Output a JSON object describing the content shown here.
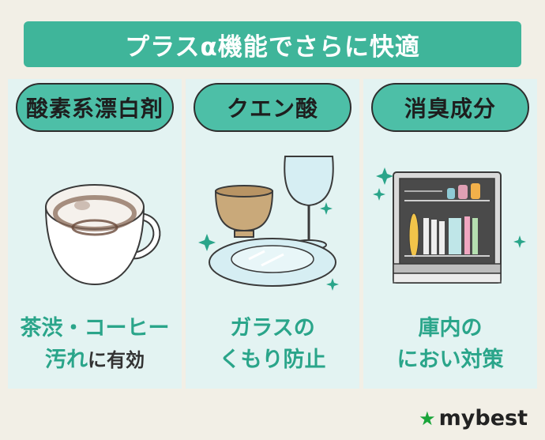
{
  "header": {
    "title": "プラスα機能でさらに快適"
  },
  "panels": [
    {
      "label": "酸素系漂白剤",
      "caption_line1": "茶渋・コーヒー",
      "caption_line2_accent": "汚れ",
      "caption_line2_rest": "に有効",
      "icon": "stained-cup-icon"
    },
    {
      "label": "クエン酸",
      "caption_line1": "ガラスの",
      "caption_line2_accent": "くもり防止",
      "caption_line2_rest": "",
      "icon": "glassware-icon"
    },
    {
      "label": "消臭成分",
      "caption_line1": "庫内の",
      "caption_line2_accent": "におい対策",
      "caption_line2_rest": "",
      "icon": "dishwasher-icon"
    }
  ],
  "logo": {
    "text": "mybest",
    "star": "★"
  },
  "colors": {
    "accent": "#3fb59a",
    "panel_bg": "#e3f3f2",
    "caption": "#2aa58a"
  }
}
